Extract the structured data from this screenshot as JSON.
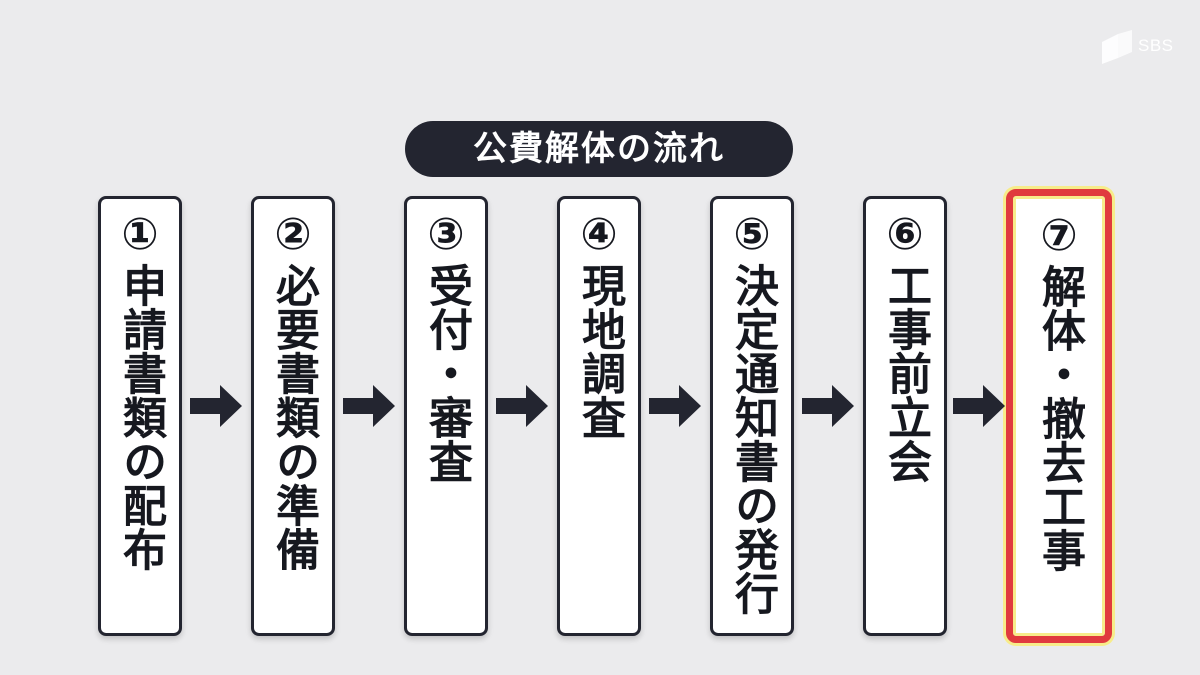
{
  "logo": {
    "text": "SBS"
  },
  "title": "公費解体の流れ",
  "steps": [
    {
      "num": "①",
      "text": "申請書類の配布"
    },
    {
      "num": "②",
      "text": "必要書類の準備"
    },
    {
      "num": "③",
      "text": "受付・審査"
    },
    {
      "num": "④",
      "text": "現地調査"
    },
    {
      "num": "⑤",
      "text": "決定通知書の発行"
    },
    {
      "num": "⑥",
      "text": "工事前立会"
    },
    {
      "num": "⑦",
      "text": "解体・撤去工事"
    }
  ],
  "colors": {
    "background": "#ebebed",
    "dark": "#232530",
    "highlight_border": "#e03a3e",
    "highlight_glow": "#f7ec8a"
  }
}
